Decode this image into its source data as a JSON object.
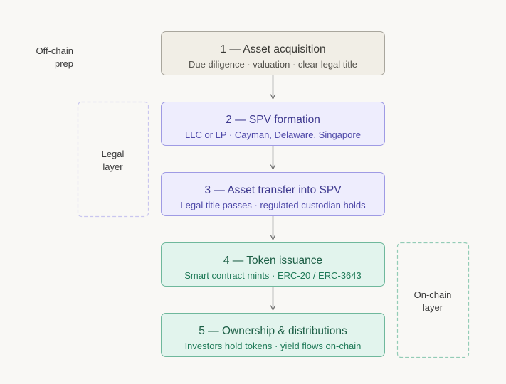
{
  "steps": [
    {
      "title": "1 — Asset acquisition",
      "subtitle": "Due diligence · valuation · clear legal title",
      "layer": "neutral"
    },
    {
      "title": "2 — SPV formation",
      "subtitle": "LLC or LP · Cayman, Delaware, Singapore",
      "layer": "legal"
    },
    {
      "title": "3 — Asset transfer into SPV",
      "subtitle": "Legal title passes · regulated custodian holds",
      "layer": "legal"
    },
    {
      "title": "4 — Token issuance",
      "subtitle": "Smart contract mints · ERC-20 / ERC-3643",
      "layer": "chain"
    },
    {
      "title": "5 — Ownership & distributions",
      "subtitle": "Investors hold tokens · yield flows on-chain",
      "layer": "chain"
    }
  ],
  "groups": {
    "offchain": {
      "line1": "Off-chain",
      "line2": "prep"
    },
    "legal": {
      "line1": "Legal",
      "line2": "layer"
    },
    "onchain": {
      "line1": "On-chain",
      "line2": "layer"
    }
  },
  "colors": {
    "background": "#f9f8f5",
    "neutral_fill": "#f1eee6",
    "legal_fill": "#eeedfd",
    "legal_accent": "#4e48a8",
    "chain_fill": "#e2f4ed",
    "chain_accent": "#1f7a58",
    "arrow": "#6b6b6b"
  }
}
